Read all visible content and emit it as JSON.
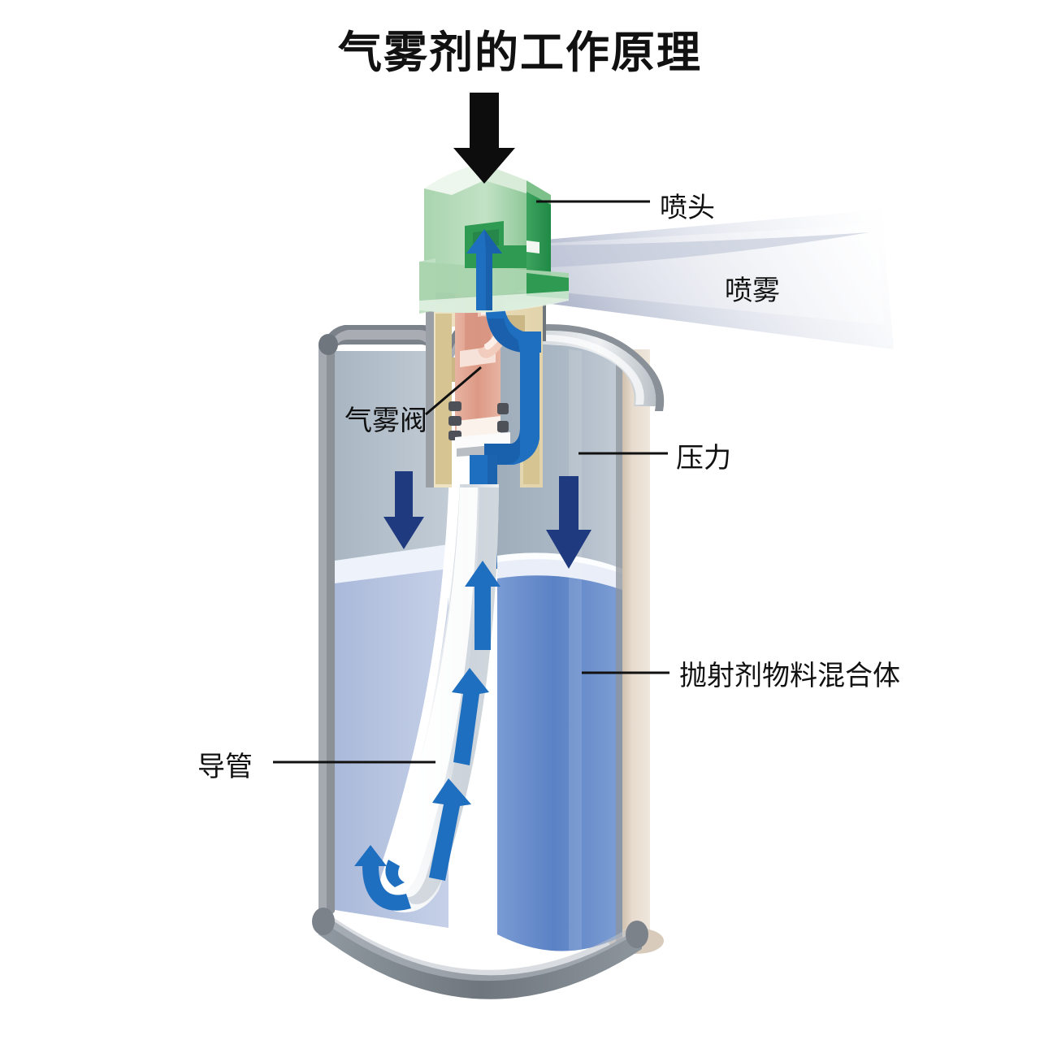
{
  "title": "气雾剂的工作原理",
  "labels": {
    "nozzle": "喷头",
    "spray": "喷雾",
    "valve": "气雾阀",
    "pressure": "压力",
    "mixture": "抛射剂物料混合体",
    "dip_tube": "导管"
  },
  "icons": {
    "press_arrow": "down-arrow-icon",
    "flow_arrow_up": "up-arrow-icon",
    "pressure_arrow_down": "down-arrow-icon"
  },
  "colors": {
    "background": "#ffffff",
    "text": "#111111",
    "leader_line": "#111111",
    "actuator_green_light": "#b6ddb9",
    "actuator_green_mid": "#8fc99a",
    "actuator_green_dark": "#2f9b52",
    "actuator_green_edge": "#e9f4e9",
    "valve_stem_salmon": "#e0a492",
    "valve_stem_light": "#f0c6b8",
    "valve_housing_cream": "#ece0c0",
    "valve_housing_tan": "#d8c793",
    "flow_blue": "#1f6fc0",
    "flow_blue_dark": "#16549a",
    "pressure_arrow_navy": "#203a80",
    "can_wall_gray": "#7d8288",
    "can_wall_beige": "#e2d6c7",
    "headspace_gas": "#b0bcc8",
    "liquid_left": "#b9c6e2",
    "liquid_right": "#5b82c5",
    "liquid_surface": "#eef2fa",
    "dip_tube_white": "#fdfdfd",
    "dip_tube_shade": "#c9cfd6",
    "spray_mist": "#c3c9dc"
  },
  "diagram": {
    "type": "cutaway-cross-section",
    "subject": "aerosol-spray-can",
    "parts": [
      {
        "id": "actuator",
        "label": "喷头",
        "note": "green cut-away push button at top"
      },
      {
        "id": "spray-cone",
        "label": "喷雾",
        "note": "mist fanning to the upper right"
      },
      {
        "id": "aerosol-valve",
        "label": "气雾阀",
        "note": "salmon stem inside cream valve housing"
      },
      {
        "id": "pressure-gas",
        "label": "压力",
        "note": "headspace propellant gas with downward arrows"
      },
      {
        "id": "propellant-mixture",
        "label": "抛射剂物料混合体",
        "note": "blue liquid filling lower can"
      },
      {
        "id": "dip-tube",
        "label": "导管",
        "note": "white curved tube reaching can bottom"
      }
    ]
  }
}
